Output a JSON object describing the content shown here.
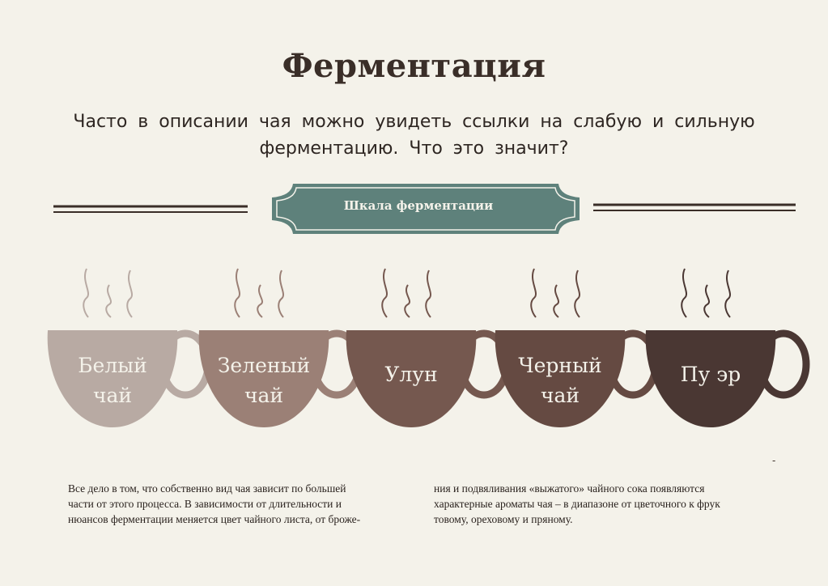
{
  "title": "Ферментация",
  "subtitle": {
    "line1": "Часто в описании чая можно увидеть ссылки на слабую и сильную",
    "line2": "ферментацию. Что это значит?"
  },
  "banner": {
    "label": "Шкала ферментации",
    "color": "#5e817b"
  },
  "cups": [
    {
      "line1": "Белый",
      "line2": "чай",
      "color": "#b8aaa3"
    },
    {
      "line1": "Зеленый",
      "line2": "чай",
      "color": "#9b8076"
    },
    {
      "line1": "Улун",
      "line2": "",
      "color": "#75584f"
    },
    {
      "line1": "Черный",
      "line2": "чай",
      "color": "#654a42"
    },
    {
      "line1": "Пу эр",
      "line2": "",
      "color": "#4a3733"
    }
  ],
  "marker": "-",
  "body": {
    "left": [
      "Все дело в том, что собственно вид чая зависит по большей",
      "части от этого процесса. В зависимости от длительности и",
      "нюансов ферментации меняется цвет чайного листа, от броже-"
    ],
    "right": [
      "ния и подвяливания «выжатого» чайного сока появляются",
      "характерные ароматы чая – в диапазоне от цветочного к фрук",
      "товому, ореховому и пряному."
    ]
  }
}
